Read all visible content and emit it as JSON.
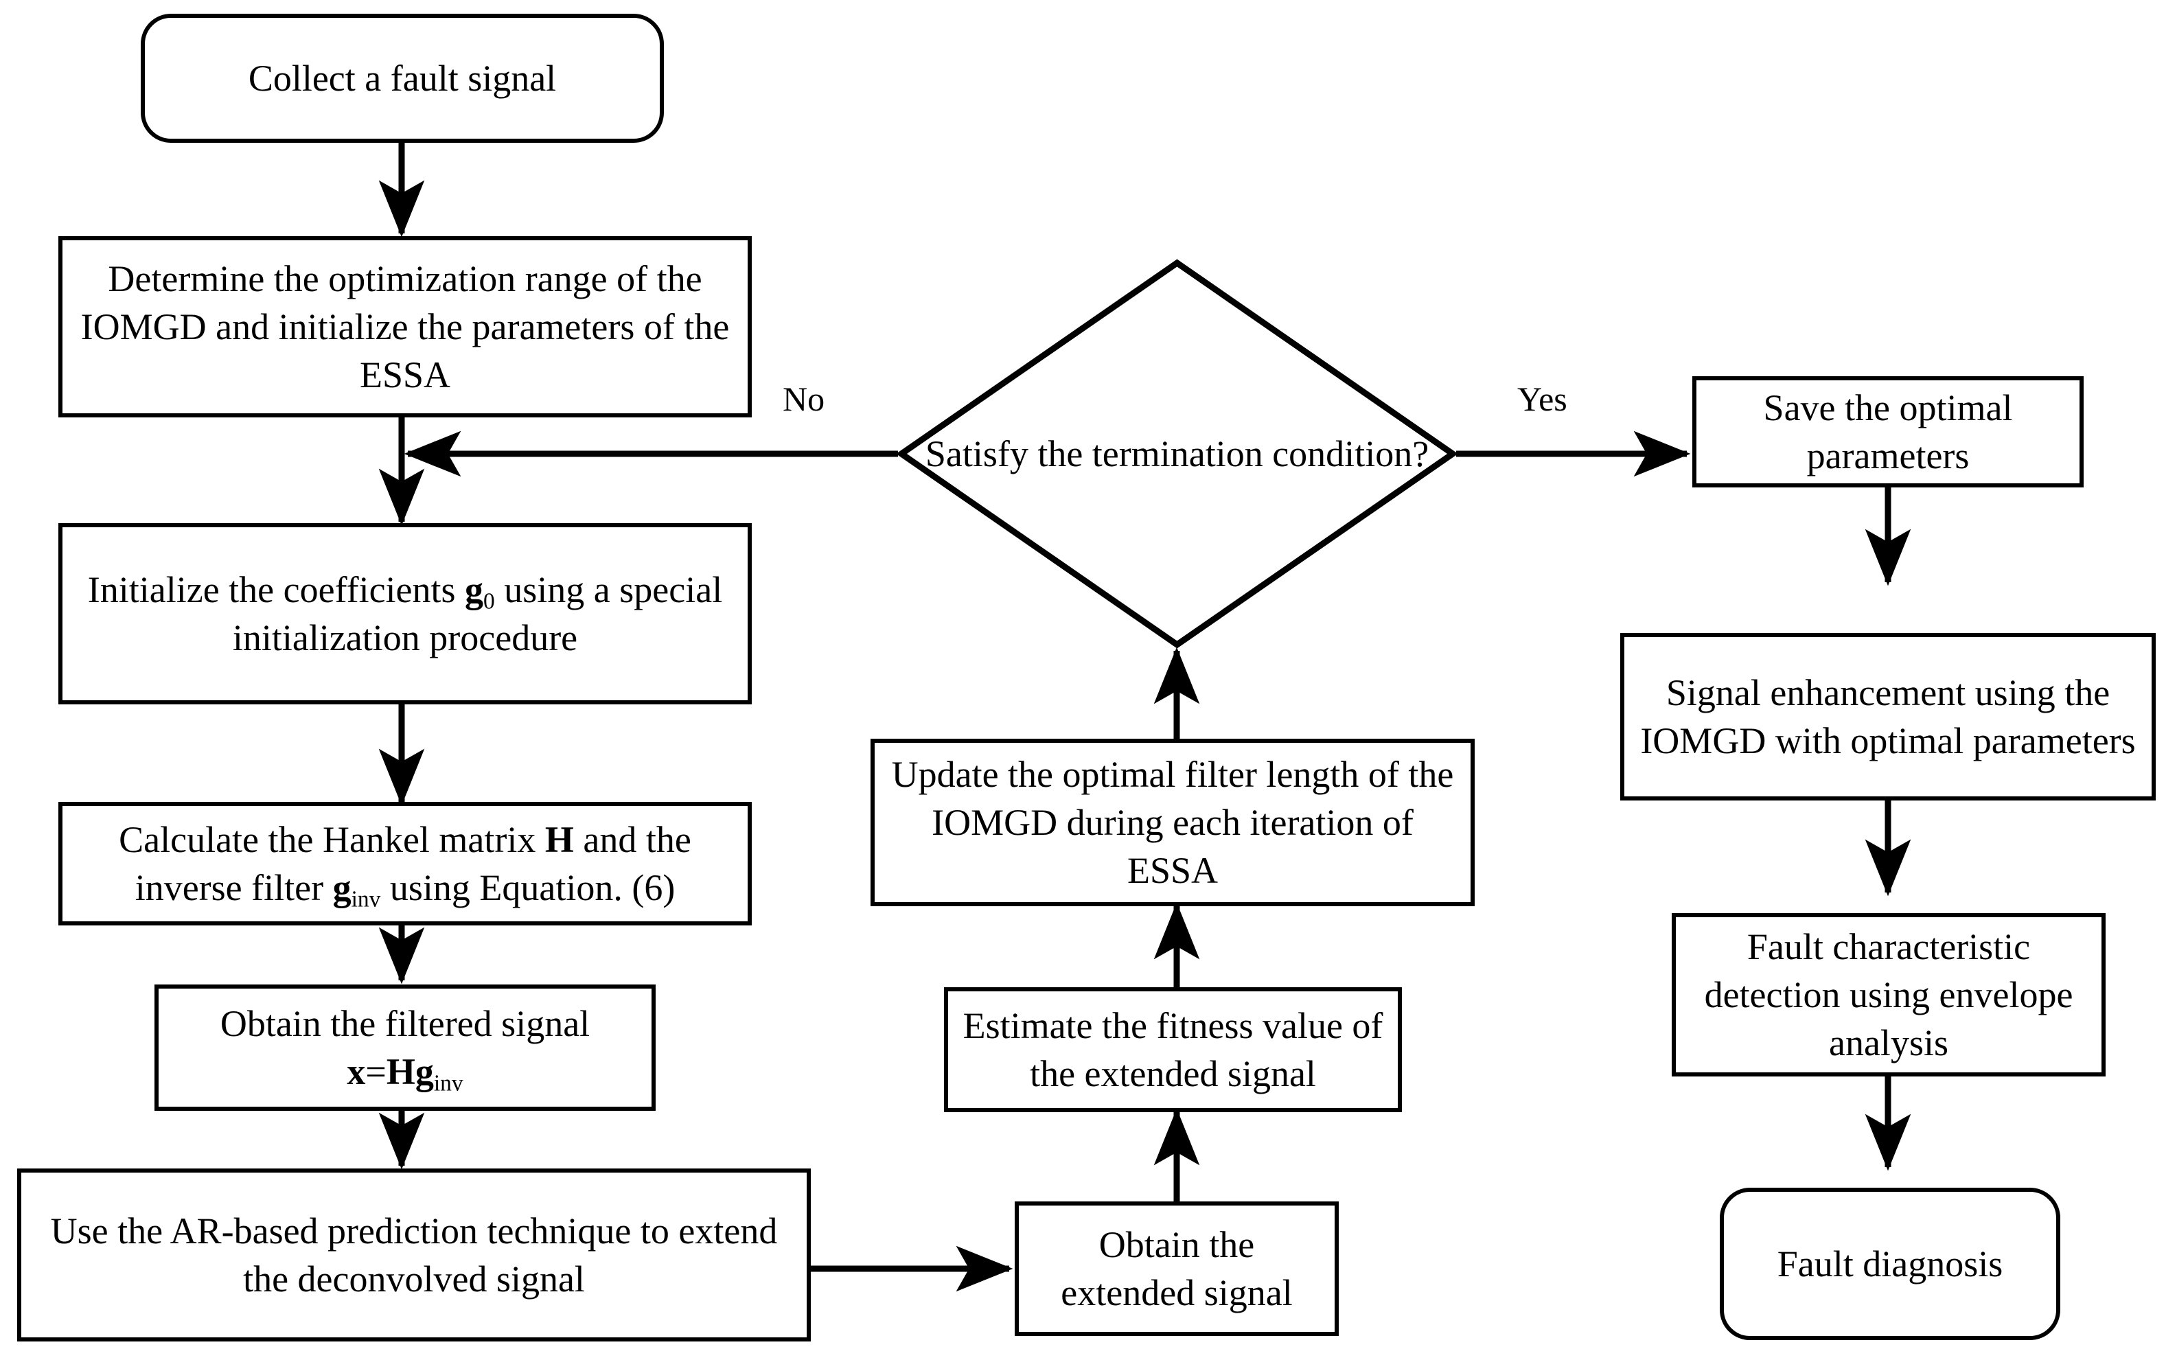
{
  "diagram": {
    "title": "IOMGD-ESSA fault diagnosis flowchart",
    "stroke_color": "#000000",
    "fill_color": "#ffffff",
    "nodes": {
      "collect_signal": "Collect a fault signal",
      "determine_range": "Determine the optimization range of the IOMGD and initialize the parameters of the ESSA",
      "initialize_coefficients_pre": "Initialize the coefficients ",
      "initialize_coefficients_g": "g",
      "initialize_coefficients_sub": "0",
      "initialize_coefficients_post": " using a special initialization procedure",
      "calculate_hankel_pre": "Calculate the Hankel matrix ",
      "calculate_hankel_H": "H",
      "calculate_hankel_mid": " and the inverse filter ",
      "calculate_hankel_g": "g",
      "calculate_hankel_sub": "inv",
      "calculate_hankel_post": " using Equation. (6)",
      "obtain_filtered_pre": "Obtain the filtered signal ",
      "obtain_filtered_x": "x",
      "obtain_filtered_eq": "=",
      "obtain_filtered_Hg": "Hg",
      "obtain_filtered_sub": "inv",
      "ar_prediction": "Use the AR-based prediction technique to extend the deconvolved signal",
      "obtain_extended": "Obtain the extended signal",
      "estimate_fitness": "Estimate the fitness value of the extended signal",
      "update_filter_length": "Update the optimal filter length of the IOMGD during each iteration of ESSA",
      "termination_condition": "Satisfy the termination condition?",
      "save_parameters": "Save the optimal parameters",
      "signal_enhancement": "Signal enhancement using the IOMGD with optimal parameters",
      "fault_detection": "Fault characteristic detection using envelope analysis",
      "fault_diagnosis": "Fault diagnosis"
    },
    "edge_labels": {
      "no": "No",
      "yes": "Yes"
    }
  }
}
